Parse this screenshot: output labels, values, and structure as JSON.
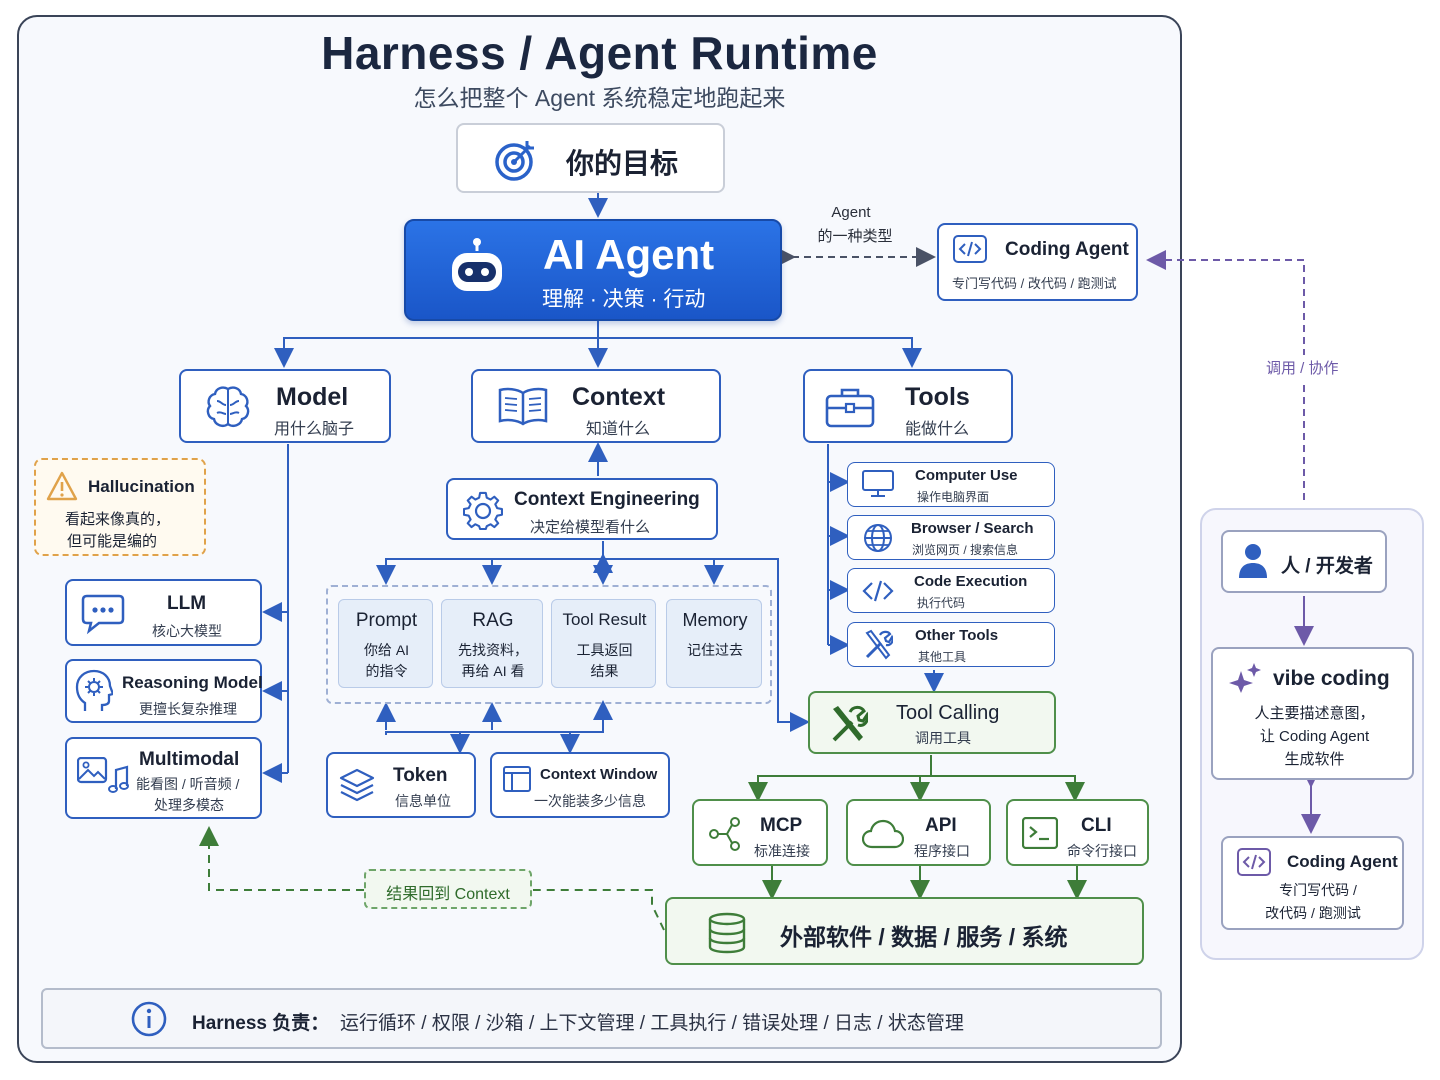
{
  "title": "Harness / Agent Runtime",
  "subtitle": "怎么把整个 Agent 系统稳定地跑起来",
  "goal": {
    "label": "你的目标",
    "icon": "target-icon"
  },
  "agent": {
    "title": "AI Agent",
    "subtitle": "理解 · 决策 · 行动",
    "icon": "robot-icon"
  },
  "agent_type_note": {
    "line1": "Agent",
    "line2": "的一种类型"
  },
  "coding_agent_top": {
    "title": "Coding Agent",
    "subtitle": "专门写代码 / 改代码 / 跑测试",
    "icon": "code-icon"
  },
  "model": {
    "title": "Model",
    "subtitle": "用什么脑子",
    "icon": "brain-icon"
  },
  "context": {
    "title": "Context",
    "subtitle": "知道什么",
    "icon": "book-icon"
  },
  "tools": {
    "title": "Tools",
    "subtitle": "能做什么",
    "icon": "toolbox-icon"
  },
  "hallucination": {
    "title": "Hallucination",
    "line1": "看起来像真的，",
    "line2": "但可能是编的",
    "icon": "warning-icon"
  },
  "model_types": [
    {
      "title": "LLM",
      "subtitle": "核心大模型",
      "icon": "chat-icon"
    },
    {
      "title": "Reasoning Model",
      "subtitle": "更擅长复杂推理",
      "icon": "head-gear-icon"
    },
    {
      "title": "Multimodal",
      "line1": "能看图 / 听音频 /",
      "line2": "处理多模态",
      "icon": "image-music-icon"
    }
  ],
  "context_engineering": {
    "title": "Context Engineering",
    "subtitle": "决定给模型看什么",
    "icon": "gear-icon"
  },
  "context_parts": [
    {
      "title": "Prompt",
      "line1": "你给 AI",
      "line2": "的指令"
    },
    {
      "title": "RAG",
      "line1": "先找资料，",
      "line2": "再给 AI 看"
    },
    {
      "title": "Tool Result",
      "line1": "工具返回",
      "line2": "结果"
    },
    {
      "title": "Memory",
      "line1": "记住过去",
      "line2": ""
    }
  ],
  "token": {
    "title": "Token",
    "subtitle": "信息单位",
    "icon": "layers-icon"
  },
  "context_window": {
    "title": "Context Window",
    "subtitle": "一次能装多少信息",
    "icon": "window-icon"
  },
  "tool_list": [
    {
      "title": "Computer Use",
      "subtitle": "操作电脑界面",
      "icon": "monitor-icon"
    },
    {
      "title": "Browser / Search",
      "subtitle": "浏览网页 / 搜索信息",
      "icon": "globe-icon"
    },
    {
      "title": "Code Execution",
      "subtitle": "执行代码",
      "icon": "code-icon"
    },
    {
      "title": "Other Tools",
      "subtitle": "其他工具",
      "icon": "wrench-icon"
    }
  ],
  "tool_calling": {
    "title": "Tool Calling",
    "subtitle": "调用工具",
    "icon": "tools-icon"
  },
  "interfaces": [
    {
      "title": "MCP",
      "subtitle": "标准连接",
      "icon": "nodes-icon"
    },
    {
      "title": "API",
      "subtitle": "程序接口",
      "icon": "cloud-icon"
    },
    {
      "title": "CLI",
      "subtitle": "命令行接口",
      "icon": "terminal-icon"
    }
  ],
  "external": {
    "label": "外部软件 / 数据 / 服务 / 系统",
    "icon": "database-icon"
  },
  "result_back": "结果回到 Context",
  "harness_note": {
    "bold": "Harness 负责：",
    "text": "运行循环 / 权限 / 沙箱 / 上下文管理 / 工具执行 / 错误处理 / 日志 / 状态管理",
    "icon": "info-icon"
  },
  "invoke_label": "调用 / 协作",
  "developer": {
    "label": "人 / 开发者",
    "icon": "person-icon"
  },
  "vibe_coding": {
    "title": "vibe coding",
    "line1": "人主要描述意图，",
    "line2": "让 Coding Agent",
    "line3": "生成软件",
    "icon": "sparkle-icon"
  },
  "coding_agent_side": {
    "title": "Coding Agent",
    "line1": "专门写代码 /",
    "line2": "改代码 / 跑测试",
    "icon": "code-icon"
  },
  "colors": {
    "blue": "#2f5fbf",
    "agent_blue": "#1f5fd6",
    "green": "#4f8f4a",
    "purple": "#6d5aa8",
    "orange": "#e0a24a"
  }
}
